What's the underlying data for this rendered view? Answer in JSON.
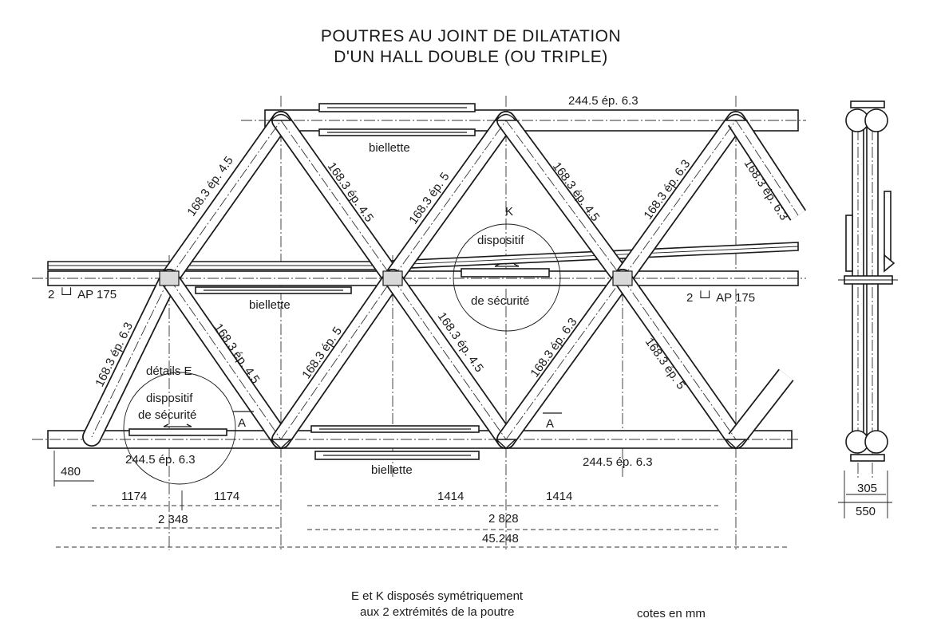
{
  "title": {
    "line1": "POUTRES AU JOINT DE DILATATION",
    "line2": "D'UN HALL DOUBLE (OU TRIPLE)"
  },
  "labels": {
    "top_chord": "244.5 ép. 6.3",
    "bottom_chord_left": "244.5 ép. 6.3",
    "bottom_chord_right": "244.5 ép. 6.3",
    "mid_chord_left": "2 └┘ AP 175",
    "mid_chord_right": "2 └┘ AP 175",
    "biellette_top": "biellette",
    "biellette_mid": "biellette",
    "biellette_bottom": "biellette",
    "detail_e_title": "détails E",
    "detail_e_text1": "dispositif",
    "detail_e_text2": "de sécurité",
    "detail_k_title": "K",
    "detail_k_text1": "dispositif",
    "detail_k_text2": "de sécurité",
    "section_a_left": "A",
    "section_a_right": "A",
    "diag_u1": "168.3 ép. 4.5",
    "diag_u2": "168.3 ép. 4.5",
    "diag_u3": "168.3 ép. 5",
    "diag_u4": "168.3 ép. 4.5",
    "diag_u5": "168.3 ép. 6.3",
    "diag_u6": "168.3 ép. 6.3",
    "diag_l1": "168.3 ép. 6.3",
    "diag_l2": "168.3 ép. 4.5",
    "diag_l3": "168.3 ép. 5",
    "diag_l4": "168.3 ép. 4.5",
    "diag_l5": "168.3 ép. 6.3",
    "diag_l6": "168.3 ép. 5"
  },
  "dimensions": {
    "d480": "480",
    "d1174a": "1174",
    "d1174b": "1174",
    "d1414a": "1414",
    "d1414b": "1414",
    "d2348": "2 348",
    "d2828": "2 828",
    "d45248": "45.248",
    "d305": "305",
    "d550": "550"
  },
  "notes": {
    "line1": "E et K disposés symétriquement",
    "line2": "aux 2 extrémités de la poutre",
    "units": "cotes en mm"
  }
}
